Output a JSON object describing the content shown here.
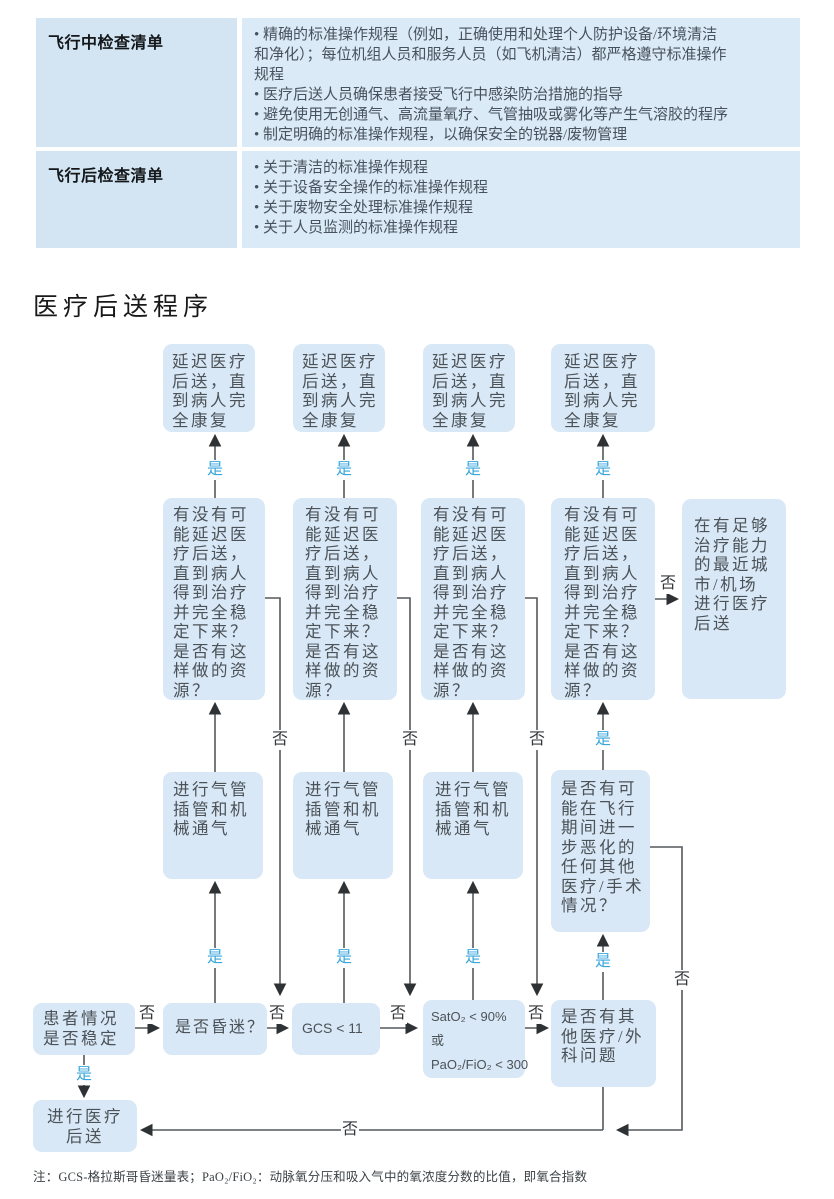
{
  "table": {
    "rows": [
      {
        "label": "飞行中检查清单",
        "items": [
          "• 精确的标准操作规程（例如，正确使用和处理个人防护设备/环境清洁\n和净化）；每位机组人员和服务人员（如飞机清洁）都严格遵守标准操作\n规程",
          "• 医疗后送人员确保患者接受飞行中感染防治措施的指导",
          "• 避免使用无创通气、高流量氧疗、气管抽吸或雾化等产生气溶胶的程序",
          "• 制定明确的标准操作规程，以确保安全的锐器/废物管理"
        ]
      },
      {
        "label": "飞行后检查清单",
        "items": [
          "• 关于清洁的标准操作规程",
          "• 关于设备安全操作的标准操作规程",
          "• 关于废物安全处理标准操作规程",
          "• 关于人员监测的标准操作规程"
        ]
      }
    ]
  },
  "section_title": "医疗后送程序",
  "flowchart": {
    "yes": "是",
    "no": "否",
    "delay": "延迟医疗\n后送，直\n到病人完\n全康复",
    "question": "有没有可\n能延迟医\n疗后送，\n直到病人\n得到治疗\n并完全稳\n定下来？\n是否有这\n样做的资\n源？",
    "intubate": "进行气管\n插管和机\n械通气",
    "worsen": "是否有可\n能在飞行\n期间进一\n步恶化的\n任何其他\n医疗/手术\n情况？",
    "nearest_city": "在有足够\n治疗能力\n的最近城\n市/机场\n进行医疗\n后送",
    "patient_stable": "患者情况\n是否稳定",
    "coma": "是否昏迷？",
    "gcs": "GCS < 11",
    "oxygen": "SatO₂ < 90%\n或\nPaO₂/FiO₂ < 300",
    "other_problems": "是否有其\n他医疗/外\n科问题",
    "evacuate": "进行医疗\n后送"
  },
  "footnote": "注：GCS-格拉斯哥昏迷量表；PaO₂/FiO₂：动脉氧分压和吸入气中的氧浓度分数的比值，即氧合指数"
}
